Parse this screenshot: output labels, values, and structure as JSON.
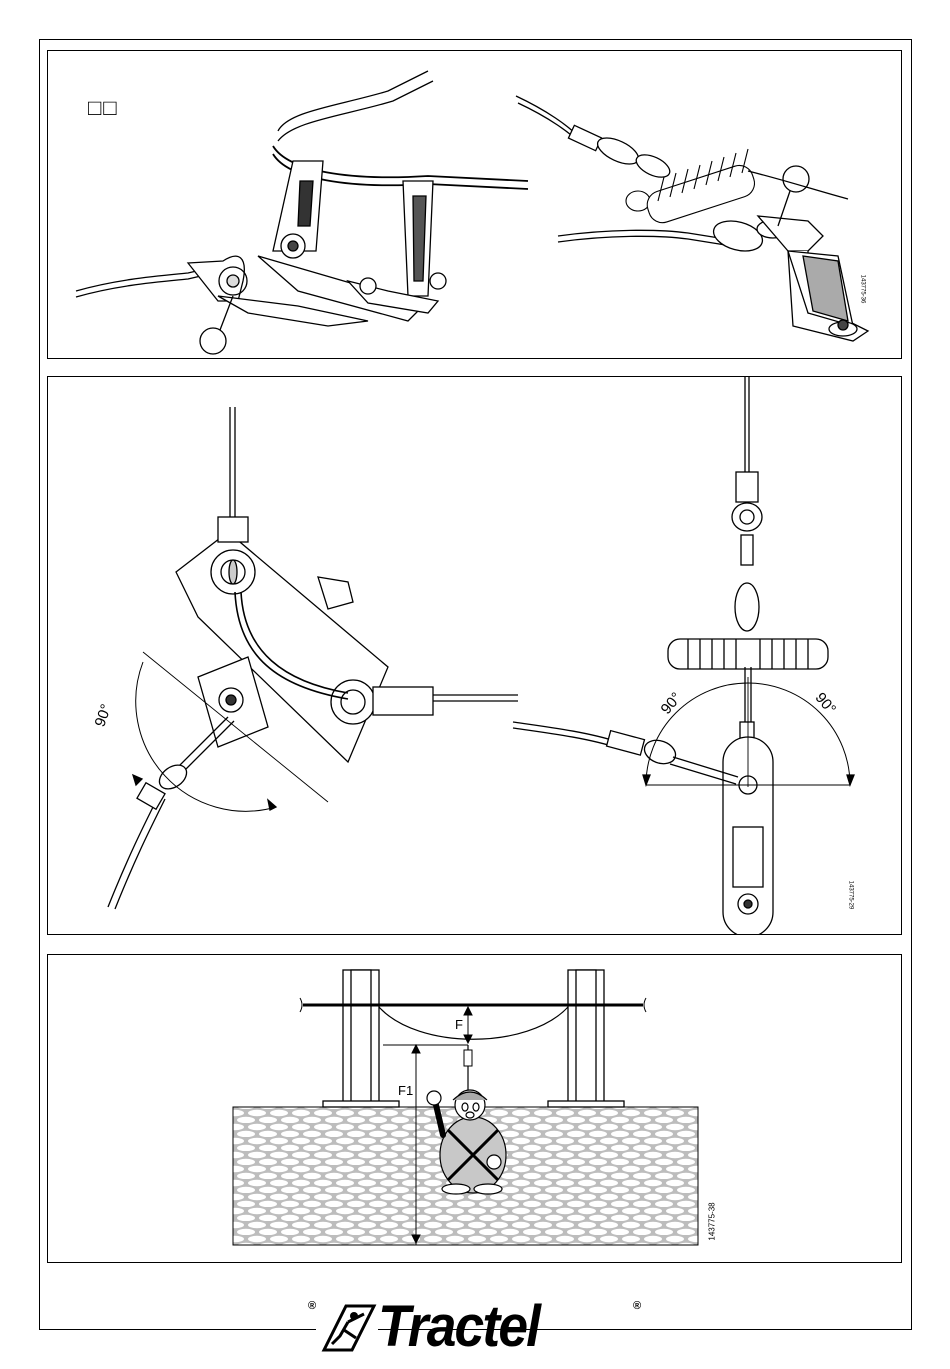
{
  "panel1": {
    "ref_code": "143775-36",
    "corner_marks": "□□"
  },
  "panel2": {
    "angle_left": "90°",
    "angle_right_a": "90°",
    "angle_right_b": "90°",
    "ref_code": "143775-29"
  },
  "panel3": {
    "label_f": "F",
    "label_f1": "F1",
    "ref_code": "143775-38"
  },
  "brand": {
    "name": "Tractel",
    "registered": "®"
  }
}
